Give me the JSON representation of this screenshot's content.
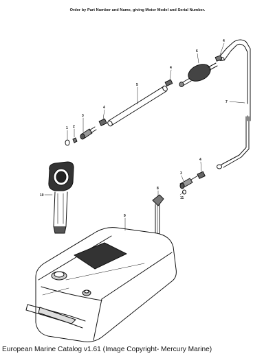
{
  "diagram": {
    "header_note": "Order by Part Number and Name, giving Motor Model and Serial Number.",
    "callouts": {
      "c1": "1",
      "c2": "2",
      "c3a": "3",
      "c3b": "3",
      "c4a": "4",
      "c4b": "4",
      "c4c": "4",
      "c5": "5",
      "c6": "6",
      "c7": "7",
      "c8": "8",
      "c9": "9",
      "c10": "10",
      "c11": "11"
    }
  },
  "footer": {
    "caption": "European Marine Catalog v1.61 (Image Copyright- Mercury Marine)"
  }
}
